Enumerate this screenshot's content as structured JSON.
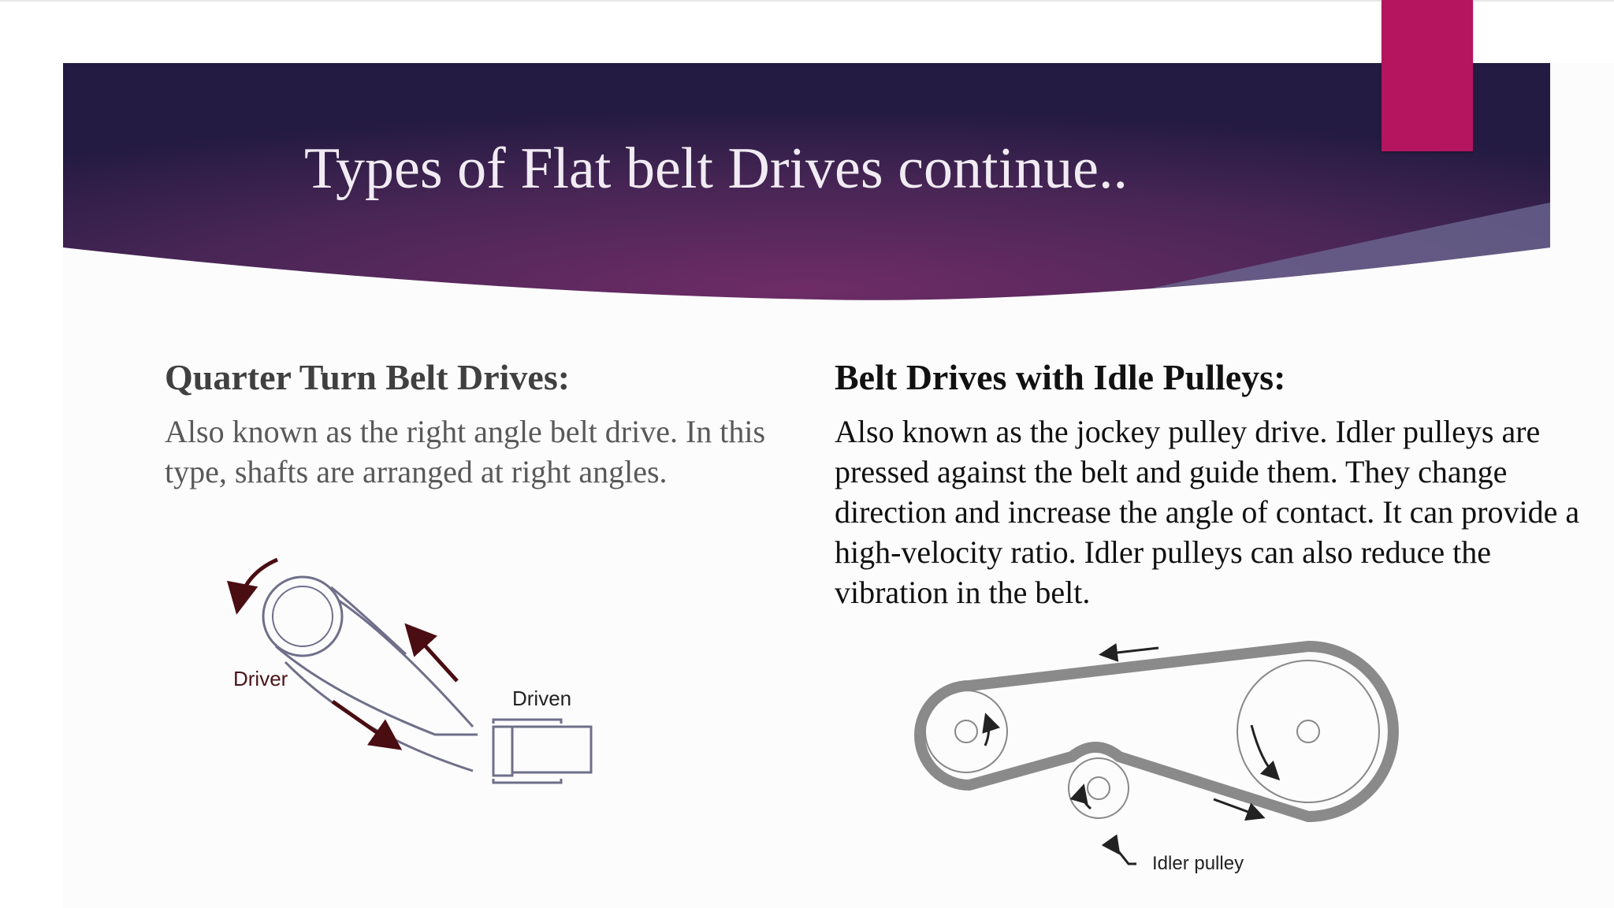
{
  "slide": {
    "title": "Types of Flat belt Drives continue..",
    "colors": {
      "banner_dark": "#2a1d45",
      "banner_mid": "#6a2d66",
      "accent": "#b5145f",
      "arrow_dark": "#4a0d12"
    }
  },
  "left_section": {
    "heading": "Quarter Turn Belt Drives:",
    "paragraph": "Also known as the right angle belt drive. In this type, shafts are arranged at right angles.",
    "diagram": {
      "labels": [
        "Driver",
        "Driven"
      ],
      "icon": "quarter-turn-belt-drive-diagram"
    }
  },
  "right_section": {
    "heading": "Belt Drives with Idle Pulleys:",
    "paragraph": "Also known as the jockey pulley drive. Idler pulleys are pressed against the belt and guide them. They change direction and increase the angle of contact. It can provide a high-velocity ratio. Idler pulleys can also reduce the vibration in the belt.",
    "diagram": {
      "labels": [
        "Idler pulley"
      ],
      "icon": "idler-pulley-belt-drive-diagram"
    }
  }
}
